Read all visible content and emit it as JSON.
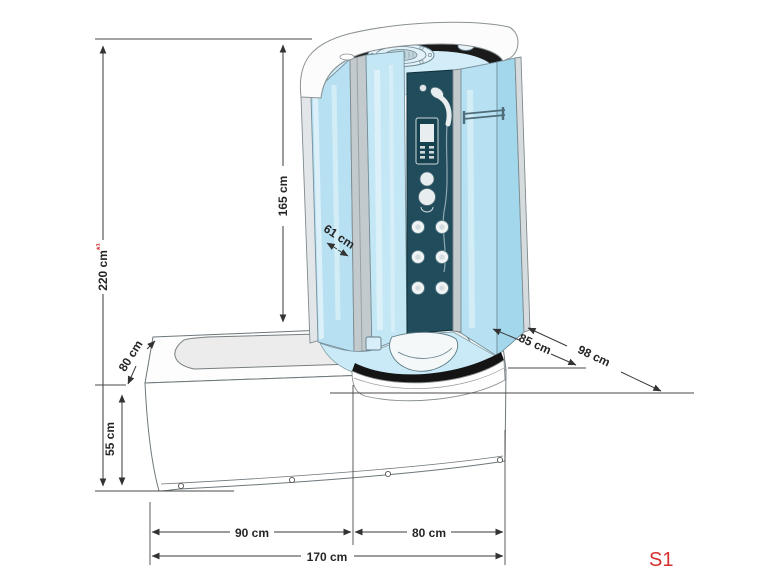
{
  "diagram": {
    "variant_label": "S1",
    "dimensions": {
      "total_height": "220 cm",
      "total_height_note": "*¹",
      "inner_height": "165 cm",
      "door_width": "61 cm",
      "tub_depth": "80 cm",
      "tub_height": "55 cm",
      "cabin_depth_front": "85 cm",
      "cabin_depth_total": "98 cm",
      "tub_section_length": "90 cm",
      "cabin_section_length": "80 cm",
      "total_length": "170 cm"
    },
    "colors": {
      "dimension_line": "#3a3a3a",
      "label_text": "#262626",
      "accent_red": "#d6302e",
      "glass_blue": "#b7e1f2",
      "panel_dark": "#204c5b",
      "frame_silver": "#c3cacd"
    }
  }
}
